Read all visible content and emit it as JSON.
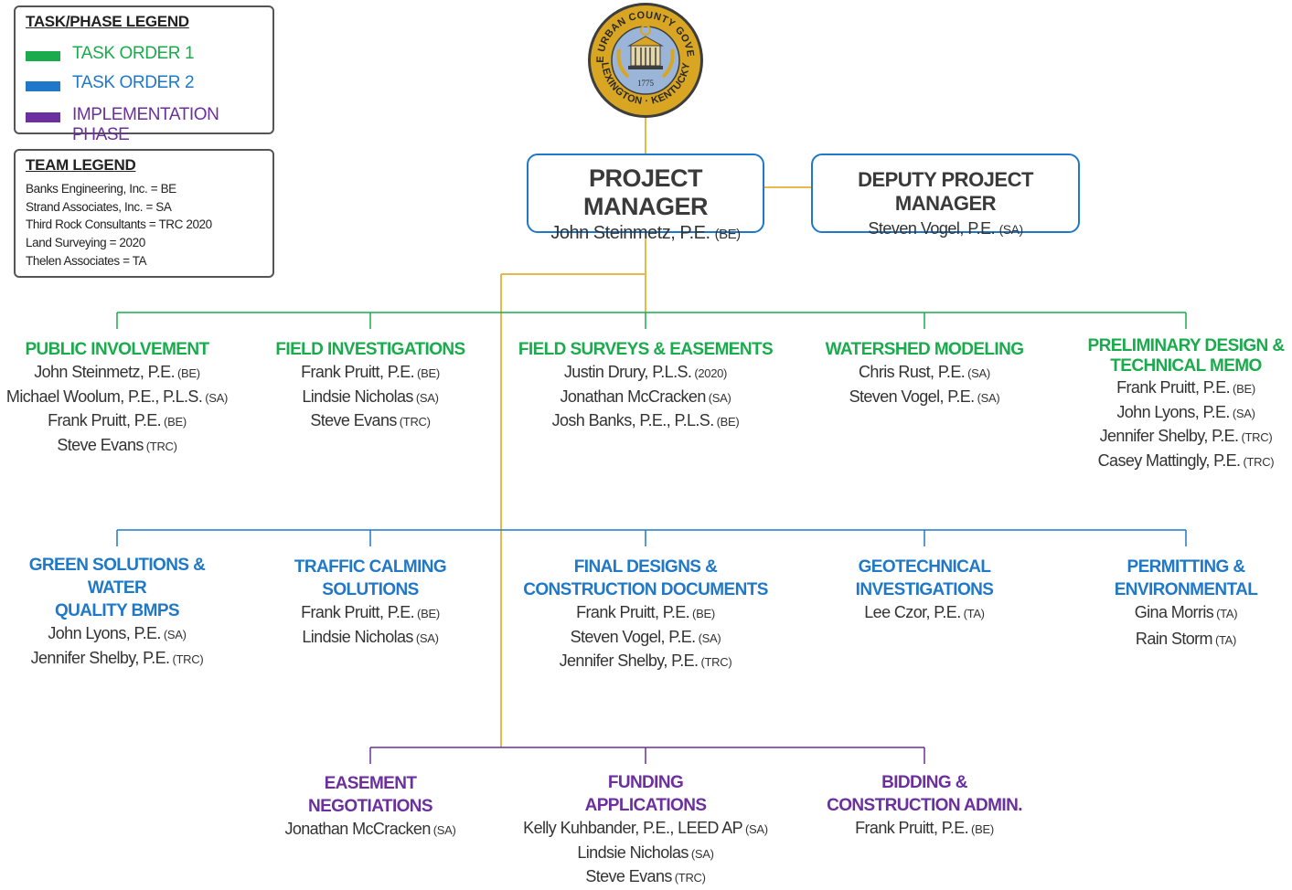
{
  "colors": {
    "task_order_1": "#1aab4c",
    "task_order_2": "#1f78c8",
    "implementation_phase": "#6b2f9e",
    "connector": "#e8b84a"
  },
  "seal": {
    "text": [
      "FAYETTE",
      "URBAN",
      "COUNTY",
      "GOVERNMENT",
      "LEXINGTON",
      "KENTUCKY"
    ],
    "year": "1775"
  },
  "task_legend": {
    "title": "TASK/PHASE LEGEND",
    "items": [
      {
        "label": "TASK ORDER 1",
        "color": "#1aab4c"
      },
      {
        "label": "TASK ORDER 2",
        "color": "#1f78c8"
      },
      {
        "label": "IMPLEMENTATION PHASE",
        "color": "#6b2f9e"
      }
    ]
  },
  "team_legend": {
    "title": "TEAM LEGEND",
    "lines": [
      "Banks Engineering, Inc. = BE",
      "Strand Associates, Inc. = SA",
      "Third Rock Consultants = TRC  2020",
      "Land Surveying = 2020",
      "Thelen Associates = TA"
    ]
  },
  "project_manager": {
    "title": "PROJECT MANAGER",
    "name": "John Steinmetz, P.E.",
    "firm": "(BE)"
  },
  "deputy_project_manager": {
    "title": "DEPUTY PROJECT MANAGER",
    "name": "Steven Vogel, P.E.",
    "firm": "(SA)"
  },
  "task_order_1": [
    {
      "title": "PUBLIC INVOLVEMENT",
      "members": [
        {
          "name": "John Steinmetz, P.E.",
          "firm": "(BE)"
        },
        {
          "name": "Michael Woolum, P.E., P.L.S.",
          "firm": "(SA)"
        },
        {
          "name": "Frank Pruitt, P.E.",
          "firm": "(BE)"
        },
        {
          "name": "Steve Evans",
          "firm": "(TRC)"
        }
      ]
    },
    {
      "title": "FIELD INVESTIGATIONS",
      "members": [
        {
          "name": "Frank Pruitt, P.E.",
          "firm": "(BE)"
        },
        {
          "name": "Lindsie Nicholas",
          "firm": "(SA)"
        },
        {
          "name": "Steve Evans",
          "firm": "(TRC)"
        }
      ]
    },
    {
      "title": "FIELD SURVEYS & EASEMENTS",
      "members": [
        {
          "name": "Justin Drury, P.L.S.",
          "firm": "(2020)"
        },
        {
          "name": "Jonathan McCracken",
          "firm": "(SA)"
        },
        {
          "name": "Josh Banks, P.E., P.L.S.",
          "firm": "(BE)"
        }
      ]
    },
    {
      "title": "WATERSHED MODELING",
      "members": [
        {
          "name": "Chris Rust, P.E.",
          "firm": "(SA)"
        },
        {
          "name": "Steven Vogel, P.E.",
          "firm": "(SA)"
        }
      ]
    },
    {
      "title": "PRELIMINARY DESIGN &\nTECHNICAL MEMO",
      "members": [
        {
          "name": "Frank Pruitt, P.E.",
          "firm": "(BE)"
        },
        {
          "name": "John Lyons, P.E.",
          "firm": "(SA)"
        },
        {
          "name": "Jennifer Shelby, P.E.",
          "firm": "(TRC)"
        },
        {
          "name": "Casey Mattingly, P.E.",
          "firm": "(TRC)"
        }
      ]
    }
  ],
  "task_order_2": [
    {
      "title": "GREEN SOLUTIONS & WATER\nQUALITY BMPS",
      "members": [
        {
          "name": "John Lyons, P.E.",
          "firm": "(SA)"
        },
        {
          "name": "Jennifer Shelby, P.E.",
          "firm": "(TRC)"
        }
      ]
    },
    {
      "title": "TRAFFIC CALMING\nSOLUTIONS",
      "members": [
        {
          "name": "Frank Pruitt, P.E.",
          "firm": "(BE)"
        },
        {
          "name": "Lindsie Nicholas",
          "firm": "(SA)"
        }
      ]
    },
    {
      "title": "FINAL DESIGNS &\nCONSTRUCTION DOCUMENTS",
      "members": [
        {
          "name": "Frank Pruitt, P.E.",
          "firm": "(BE)"
        },
        {
          "name": "Steven Vogel, P.E.",
          "firm": "(SA)"
        },
        {
          "name": "Jennifer Shelby, P.E.",
          "firm": "(TRC)"
        }
      ]
    },
    {
      "title": "GEOTECHNICAL\nINVESTIGATIONS",
      "members": [
        {
          "name": "Lee Czor, P.E.",
          "firm": "(TA)"
        }
      ]
    },
    {
      "title": "PERMITTING &\nENVIRONMENTAL",
      "members": [
        {
          "name": "Gina Morris",
          "firm": "(TA)"
        },
        {
          "name": "Rain Storm",
          "firm": "(TA)"
        }
      ]
    }
  ],
  "implementation_phase": [
    {
      "title": "EASEMENT\nNEGOTIATIONS",
      "members": [
        {
          "name": "Jonathan McCracken",
          "firm": "(SA)"
        }
      ]
    },
    {
      "title": "FUNDING\nAPPLICATIONS",
      "members": [
        {
          "name": "Kelly Kuhbander, P.E., LEED AP",
          "firm": "(SA)"
        },
        {
          "name": "Lindsie Nicholas",
          "firm": "(SA)"
        },
        {
          "name": "Steve Evans",
          "firm": "(TRC)"
        }
      ]
    },
    {
      "title": "BIDDING &\nCONSTRUCTION ADMIN.",
      "members": [
        {
          "name": "Frank Pruitt, P.E.",
          "firm": "(BE)"
        }
      ]
    }
  ]
}
